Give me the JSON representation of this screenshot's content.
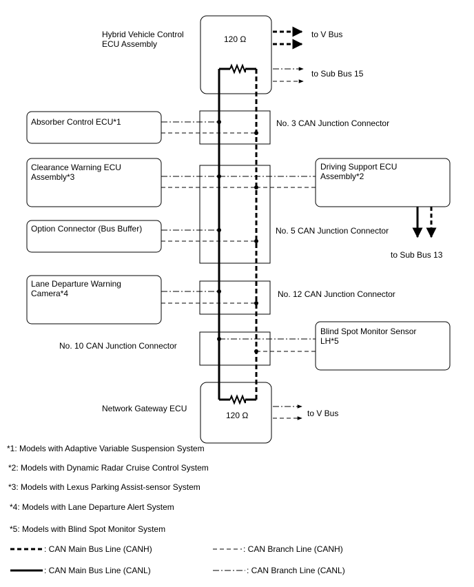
{
  "hv_ecu": {
    "label": "Hybrid Vehicle Control\nECU Assembly",
    "resistor": "120 Ω"
  },
  "gateway": {
    "label": "Network Gateway ECU",
    "resistor": "120 Ω"
  },
  "ecus": {
    "absorber": "Absorber Control ECU*1",
    "clearance": "Clearance Warning ECU\nAssembly*3",
    "option": "Option Connector (Bus Buffer)",
    "lane": "Lane Departure Warning\nCamera*4",
    "driving": "Driving Support ECU\nAssembly*2",
    "blind": "Blind Spot Monitor Sensor\nLH*5"
  },
  "junctions": {
    "j3": "No. 3 CAN Junction Connector",
    "j5": "No. 5 CAN Junction Connector",
    "j12": "No. 12 CAN Junction Connector",
    "j10": "No. 10 CAN Junction Connector"
  },
  "destinations": {
    "v_bus_top": "to V Bus",
    "sub_bus_15": "to Sub Bus 15",
    "sub_bus_13": "to Sub Bus 13",
    "v_bus_bottom": "to V Bus"
  },
  "notes": [
    "*1: Models with Adaptive Variable Suspension System",
    "*2: Models with Dynamic Radar Cruise Control System",
    "*3: Models with Lexus Parking Assist-sensor System",
    "*4: Models with Lane Departure Alert System",
    "*5: Models with Blind Spot Monitor System"
  ],
  "legend": {
    "main_canh": ": CAN Main Bus Line (CANH)",
    "main_canl": ": CAN Main Bus Line (CANL)",
    "branch_canh": ": CAN Branch Line (CANH)",
    "branch_canl": ": CAN Branch Line (CANL)"
  }
}
